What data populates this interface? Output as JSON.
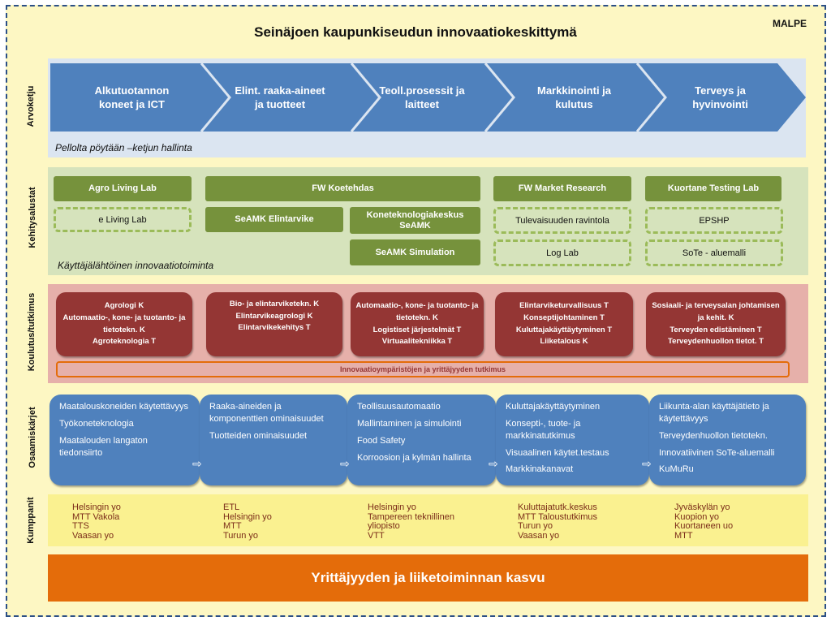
{
  "title": "Seinäjoen kaupunkiseudun innovaatiokeskittymä",
  "corner_label": "MALPE",
  "colors": {
    "arrow_blue": "#4f81bd",
    "green": "#76923c",
    "dark_red": "#943634",
    "orange": "#e46c0a"
  },
  "row_labels": {
    "arvoketju": "Arvoketju",
    "kehitysalustat": "Kehitysalustat",
    "koulutus": "Koulutus/tutkimus",
    "osaamiskarjet": "Osaamiskärjet",
    "kumppanit": "Kumppanit"
  },
  "arvoketju": {
    "chevrons": [
      "Alkutuotannon koneet ja ICT",
      "Elint. raaka-aineet ja tuotteet",
      "Teoll.prosessit ja laitteet",
      "Markkinointi ja kulutus",
      "Terveys ja hyvinvointi"
    ],
    "footnote": "Pellolta pöytään –ketjun hallinta"
  },
  "kehitysalustat": {
    "agro": "Agro Living Lab",
    "eliving": "e Living Lab",
    "fwkoe": "FW Koetehdas",
    "elintarvike": "SeAMK Elintarvike",
    "konetekn": "Koneteknologiakeskus SeAMK",
    "simulation": "SeAMK Simulation",
    "market": "FW Market Research",
    "tulevaisuus": "Tulevaisuuden ravintola",
    "loglab": "Log Lab",
    "kuortane": "Kuortane Testing Lab",
    "epshp": "EPSHP",
    "sote": "SoTe - aluemalli",
    "footnote": "Käyttäjälähtöinen innovaatiotoiminta"
  },
  "koulutus": {
    "boxes": [
      [
        "Agrologi  K",
        "Automaatio-, kone- ja tuotanto- ja tietotekn. K",
        "Agroteknologia T"
      ],
      [
        "Bio- ja elintarviketekn. K",
        "Elintarvikeagrologi K",
        "Elintarvikekehitys T"
      ],
      [
        "Automaatio-, kone- ja tuotanto- ja tietotekn. K",
        "Logistiset järjestelmät T",
        "Virtuaalitekniikka T"
      ],
      [
        "Elintarviketurvallisuus T",
        "Konseptijohtaminen T",
        "Kuluttajakäyttäytyminen T",
        "Liiketalous K"
      ],
      [
        "Sosiaali- ja terveysalan johtamisen ja kehit. K",
        "Terveyden edistäminen T",
        "Terveydenhuollon tietot. T"
      ]
    ],
    "research_bar": "Innovaatioympäristöjen ja yrittäjyyden tutkimus"
  },
  "osaamiskarjet": {
    "boxes": [
      [
        "Maatalouskoneiden käytettävyys",
        "Työkoneteknologia",
        "Maatalouden langaton tiedonsiirto"
      ],
      [
        "Raaka-aineiden ja komponenttien ominaisuudet",
        "Tuotteiden ominaisuudet"
      ],
      [
        "Teollisuusautomaatio",
        "Mallintaminen ja simulointi",
        "Food Safety",
        "Korroosion ja kylmän hallinta"
      ],
      [
        "Kuluttajakäyttäytyminen",
        "Konsepti-, tuote- ja markkinatutkimus",
        "Visuaalinen käytet.testaus",
        "Markkinakanavat"
      ],
      [
        "Liikunta-alan käyttäjätieto ja käytettävyys",
        "Terveydenhuollon tietotekn.",
        "Innovatiivinen  SoTe-aluemalli",
        "KuMuRu"
      ]
    ]
  },
  "kumppanit": {
    "columns": [
      [
        "Helsingin yo",
        "MTT Vakola",
        "TTS",
        "Vaasan yo"
      ],
      [
        "ETL",
        "Helsingin yo",
        "MTT",
        "Turun yo"
      ],
      [
        "Helsingin yo",
        "Tampereen teknillinen yliopisto",
        "VTT"
      ],
      [
        "Kuluttajatutk.keskus",
        "MTT Taloustutkimus",
        "Turun yo",
        "Vaasan yo"
      ],
      [
        "Jyväskylän yo",
        "Kuopion yo",
        "Kuortaneen uo",
        "MTT"
      ]
    ]
  },
  "bottom_banner": "Yrittäjyyden ja liiketoiminnan kasvu"
}
